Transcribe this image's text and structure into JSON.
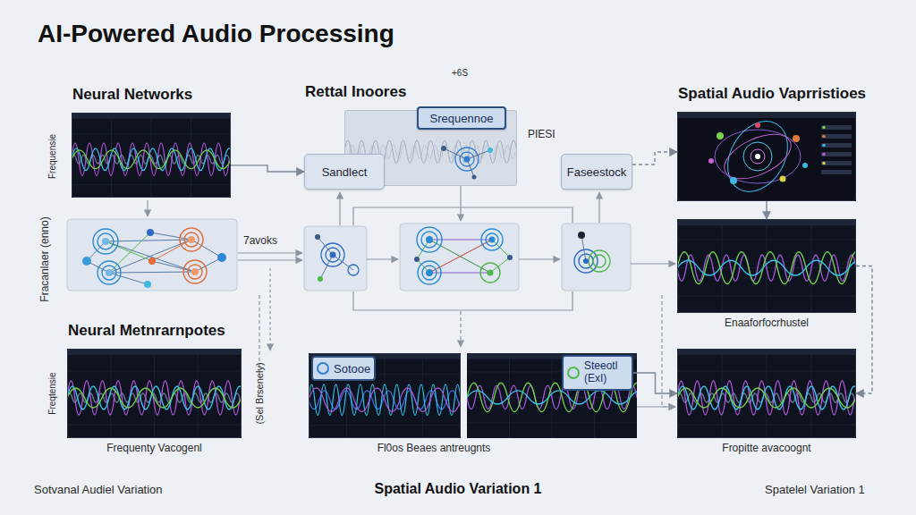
{
  "diagram": {
    "title": "AI-Powered Audio Processing",
    "caption": "Spatial Audio Variation 1",
    "nodes": [
      {
        "text": [
          "Neural Networks"
        ]
      },
      {
        "text": [
          "Rettal Inoores"
        ]
      },
      {
        "text": [
          "Srequennoe"
        ],
        "in": 1
      },
      {
        "text": [
          "Sandlect"
        ]
      },
      {
        "text": [
          "Faseestock"
        ]
      },
      {
        "text": [
          "Spatial Audio Vaprristioes"
        ]
      },
      {
        "text": [
          "Enaaforfocrhustel"
        ]
      },
      {
        "text": [
          "Neural Metnrarnpotes",
          "Frequenty Vacogenl"
        ]
      },
      {
        "text": [
          "Fl0os Beaes antreugnts"
        ]
      },
      {
        "text": [
          "Sotooe"
        ],
        "in": 8
      },
      {
        "text": [
          "Steeotl (ExI)"
        ]
      },
      {
        "text": [
          "Fropitte avacoognt"
        ]
      }
    ],
    "edges": [
      {
        "from": 0,
        "to": 3,
        "arrow": "to"
      },
      {
        "from": 4,
        "to": 5,
        "arrow": "to"
      },
      {
        "from": 5,
        "to": 6,
        "arrow": "to"
      },
      {
        "from": 6,
        "to": 11,
        "arrow": "to"
      },
      {
        "from": 10,
        "to": 11,
        "arrow": "to"
      }
    ],
    "labels": [
      "+6S",
      "PIESI",
      "Frequensie",
      "Fracanlaer (enno)",
      "7avoks",
      "Freqtensie",
      "(Sel Brsenely)",
      "Sotvanal Audiel Variation",
      "Spatelel Variation 1"
    ]
  }
}
